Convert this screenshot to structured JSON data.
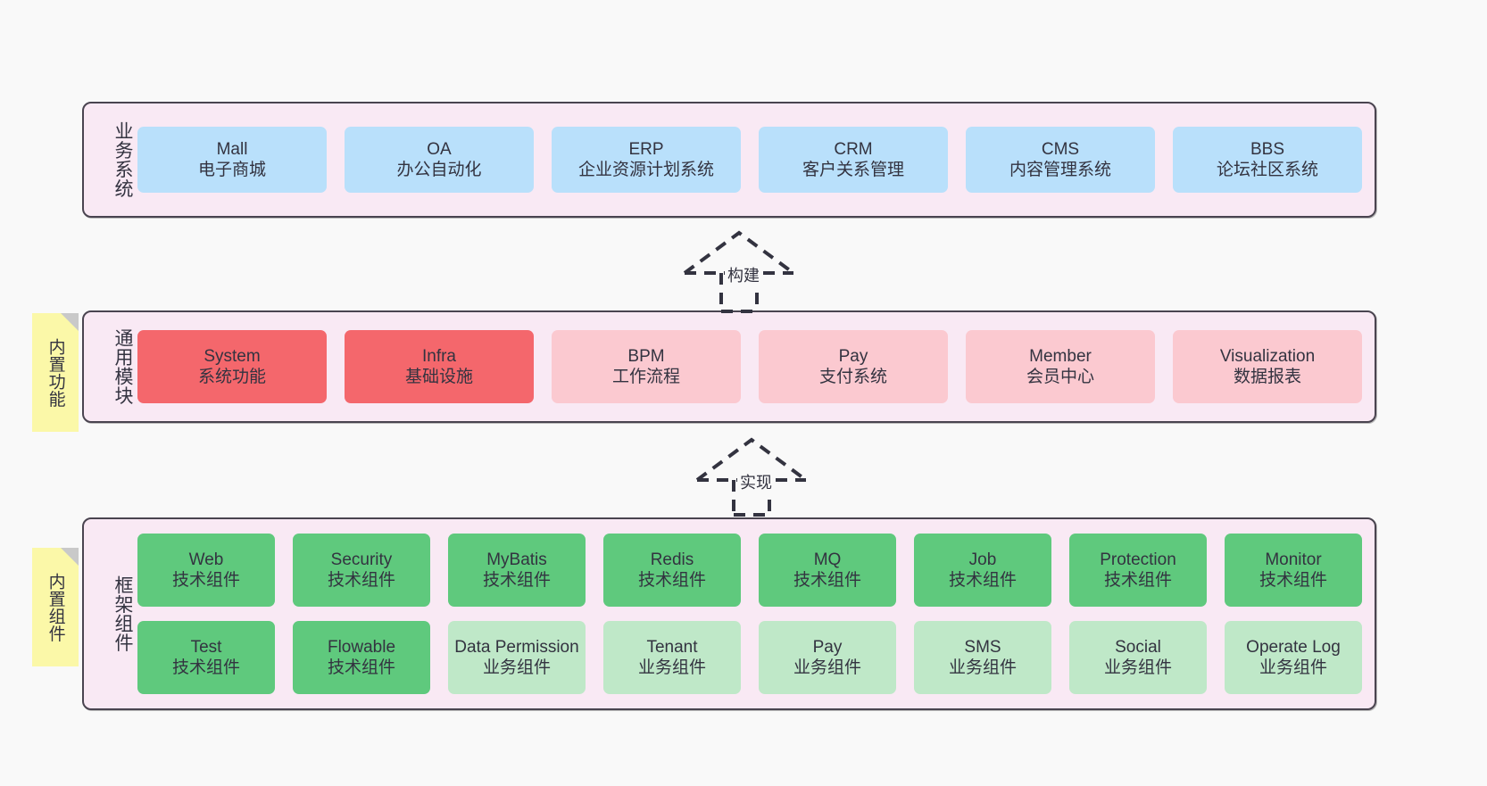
{
  "diagram": {
    "background_color": "#f9f9f9",
    "layer_fill": "#f9e9f4",
    "layer_border": "#4a4450",
    "note_color": "#fbf8a8",
    "note_fold_color": "#c9c9c9"
  },
  "layers": [
    {
      "id": "business-systems",
      "label": "业务系统",
      "rows": [
        {
          "items": [
            {
              "en": "Mall",
              "cn": "电子商城",
              "color": "#b9e0fb",
              "variant": "c-blue"
            },
            {
              "en": "OA",
              "cn": "办公自动化",
              "color": "#b9e0fb",
              "variant": "c-blue"
            },
            {
              "en": "ERP",
              "cn": "企业资源计划系统",
              "color": "#b9e0fb",
              "variant": "c-blue"
            },
            {
              "en": "CRM",
              "cn": "客户关系管理",
              "color": "#b9e0fb",
              "variant": "c-blue"
            },
            {
              "en": "CMS",
              "cn": "内容管理系统",
              "color": "#b9e0fb",
              "variant": "c-blue"
            },
            {
              "en": "BBS",
              "cn": "论坛社区系统",
              "color": "#b9e0fb",
              "variant": "c-blue"
            }
          ]
        }
      ]
    },
    {
      "id": "common-modules",
      "label": "通用模块",
      "note": "内置功能",
      "rows": [
        {
          "items": [
            {
              "en": "System",
              "cn": "系统功能",
              "color": "#f4676c",
              "variant": "c-red"
            },
            {
              "en": "Infra",
              "cn": "基础设施",
              "color": "#f4676c",
              "variant": "c-red"
            },
            {
              "en": "BPM",
              "cn": "工作流程",
              "color": "#fbc9d0",
              "variant": "c-pink"
            },
            {
              "en": "Pay",
              "cn": "支付系统",
              "color": "#fbc9d0",
              "variant": "c-pink"
            },
            {
              "en": "Member",
              "cn": "会员中心",
              "color": "#fbc9d0",
              "variant": "c-pink"
            },
            {
              "en": "Visualization",
              "cn": "数据报表",
              "color": "#fbc9d0",
              "variant": "c-pink"
            }
          ]
        }
      ]
    },
    {
      "id": "framework-components",
      "label": "框架组件",
      "note": "内置组件",
      "rows": [
        {
          "items": [
            {
              "en": "Web",
              "cn": "技术组件",
              "color": "#5fc97d",
              "variant": "c-green"
            },
            {
              "en": "Security",
              "cn": "技术组件",
              "color": "#5fc97d",
              "variant": "c-green"
            },
            {
              "en": "MyBatis",
              "cn": "技术组件",
              "color": "#5fc97d",
              "variant": "c-green"
            },
            {
              "en": "Redis",
              "cn": "技术组件",
              "color": "#5fc97d",
              "variant": "c-green"
            },
            {
              "en": "MQ",
              "cn": "技术组件",
              "color": "#5fc97d",
              "variant": "c-green"
            },
            {
              "en": "Job",
              "cn": "技术组件",
              "color": "#5fc97d",
              "variant": "c-green"
            },
            {
              "en": "Protection",
              "cn": "技术组件",
              "color": "#5fc97d",
              "variant": "c-green"
            },
            {
              "en": "Monitor",
              "cn": "技术组件",
              "color": "#5fc97d",
              "variant": "c-green"
            }
          ]
        },
        {
          "items": [
            {
              "en": "Test",
              "cn": "技术组件",
              "color": "#5fc97d",
              "variant": "c-green"
            },
            {
              "en": "Flowable",
              "cn": "技术组件",
              "color": "#5fc97d",
              "variant": "c-green"
            },
            {
              "en": "Data Permission",
              "cn": "业务组件",
              "color": "#bfe8c8",
              "variant": "c-lightgreen"
            },
            {
              "en": "Tenant",
              "cn": "业务组件",
              "color": "#bfe8c8",
              "variant": "c-lightgreen"
            },
            {
              "en": "Pay",
              "cn": "业务组件",
              "color": "#bfe8c8",
              "variant": "c-lightgreen"
            },
            {
              "en": "SMS",
              "cn": "业务组件",
              "color": "#bfe8c8",
              "variant": "c-lightgreen"
            },
            {
              "en": "Social",
              "cn": "业务组件",
              "color": "#bfe8c8",
              "variant": "c-lightgreen"
            },
            {
              "en": "Operate Log",
              "cn": "业务组件",
              "color": "#bfe8c8",
              "variant": "c-lightgreen"
            }
          ]
        }
      ]
    }
  ],
  "connectors": [
    {
      "id": "build",
      "label": "构建",
      "from": "common-modules",
      "to": "business-systems"
    },
    {
      "id": "implement",
      "label": "实现",
      "from": "framework-components",
      "to": "common-modules"
    }
  ]
}
